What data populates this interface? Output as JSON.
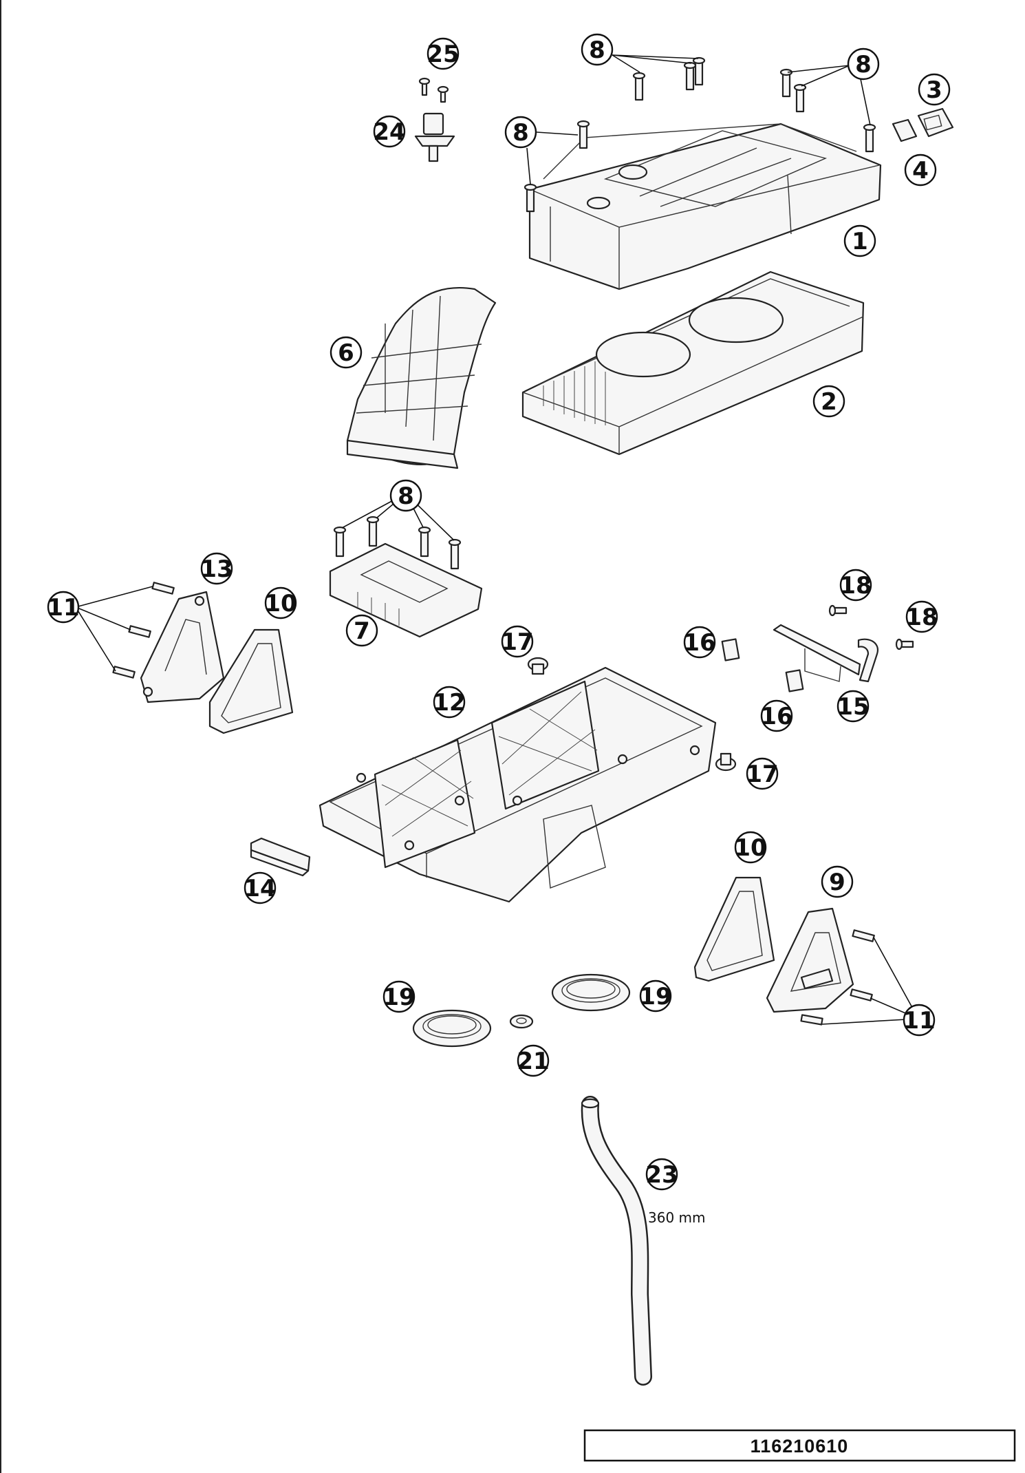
{
  "diagram": {
    "callouts": [
      {
        "id": "c1",
        "label": "1"
      },
      {
        "id": "c2",
        "label": "2"
      },
      {
        "id": "c3",
        "label": "3"
      },
      {
        "id": "c4",
        "label": "4"
      },
      {
        "id": "c6",
        "label": "6"
      },
      {
        "id": "c7",
        "label": "7"
      },
      {
        "id": "c8a",
        "label": "8"
      },
      {
        "id": "c8b",
        "label": "8"
      },
      {
        "id": "c8c",
        "label": "8"
      },
      {
        "id": "c8d",
        "label": "8"
      },
      {
        "id": "c9",
        "label": "9"
      },
      {
        "id": "c10a",
        "label": "10"
      },
      {
        "id": "c10b",
        "label": "10"
      },
      {
        "id": "c11a",
        "label": "11"
      },
      {
        "id": "c11b",
        "label": "11"
      },
      {
        "id": "c12",
        "label": "12"
      },
      {
        "id": "c13",
        "label": "13"
      },
      {
        "id": "c14",
        "label": "14"
      },
      {
        "id": "c15",
        "label": "15"
      },
      {
        "id": "c16a",
        "label": "16"
      },
      {
        "id": "c16b",
        "label": "16"
      },
      {
        "id": "c17a",
        "label": "17"
      },
      {
        "id": "c17b",
        "label": "17"
      },
      {
        "id": "c18a",
        "label": "18"
      },
      {
        "id": "c18b",
        "label": "18"
      },
      {
        "id": "c19a",
        "label": "19"
      },
      {
        "id": "c19b",
        "label": "19"
      },
      {
        "id": "c21",
        "label": "21"
      },
      {
        "id": "c23",
        "label": "23"
      },
      {
        "id": "c24",
        "label": "24"
      },
      {
        "id": "c25",
        "label": "25"
      }
    ],
    "hose_length": "360 mm",
    "reference_number": "116210610"
  }
}
